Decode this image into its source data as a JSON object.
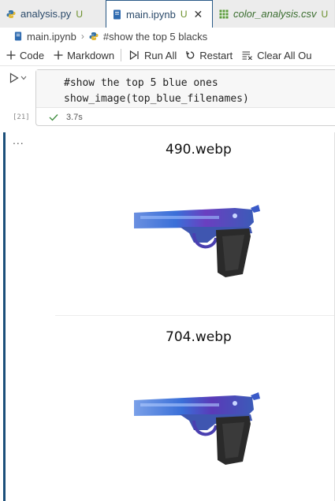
{
  "tabs": [
    {
      "name": "analysis.py",
      "status": "U",
      "icon": "python-file-icon"
    },
    {
      "name": "main.ipynb",
      "status": "U",
      "icon": "notebook-file-icon",
      "active": true
    },
    {
      "name": "color_analysis.csv",
      "status": "U",
      "icon": "csv-file-icon"
    }
  ],
  "breadcrumb": {
    "file": "main.ipynb",
    "cell": "#show the top 5 blacks"
  },
  "toolbar": {
    "code": "Code",
    "markdown": "Markdown",
    "run_all": "Run All",
    "restart": "Restart",
    "clear_all": "Clear All Ou"
  },
  "cell": {
    "execution_count": "[21]",
    "code": [
      "#show the top 5 blue ones",
      "show_image(top_blue_filenames)"
    ],
    "duration": "3.7s",
    "status": "success"
  },
  "output": {
    "ellipsis": "...",
    "images": [
      {
        "title": "490.webp"
      },
      {
        "title": "704.webp"
      }
    ]
  },
  "colors": {
    "accent": "#1b4f7a",
    "status_ok": "#3a8a3a",
    "gun_blue": "#3a6fd8",
    "gun_purple": "#6a3fc0",
    "gun_grip": "#2a2a2a"
  }
}
